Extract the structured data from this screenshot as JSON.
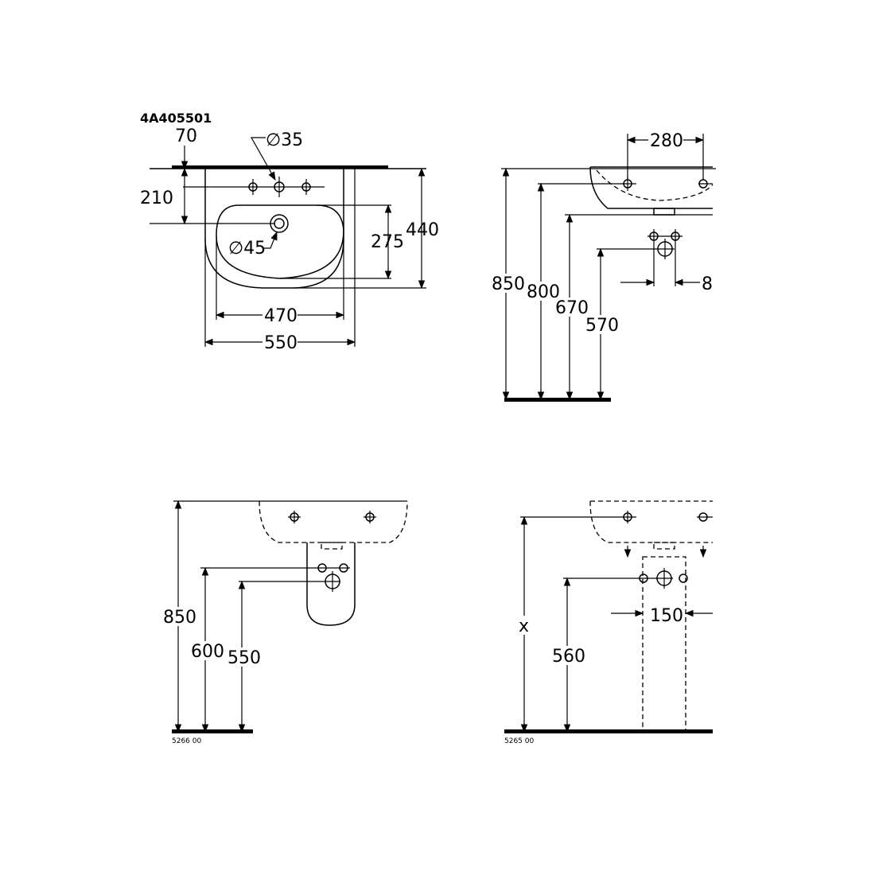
{
  "article_number": "4A405501",
  "views": {
    "top": {
      "d70": "70",
      "d210": "210",
      "d35": "∅35",
      "d45": "∅45",
      "d275": "275",
      "d440": "440",
      "d470": "470",
      "d550": "550"
    },
    "side": {
      "d280": "280",
      "d850": "850",
      "d800": "800",
      "d670": "670",
      "d570": "570",
      "d8": "8"
    },
    "half_pedestal": {
      "d850": "850",
      "d600": "600",
      "d550": "550",
      "article": "5266 00"
    },
    "pedestal": {
      "dx": "x",
      "d560": "560",
      "d150": "150",
      "article": "5265 00"
    }
  }
}
